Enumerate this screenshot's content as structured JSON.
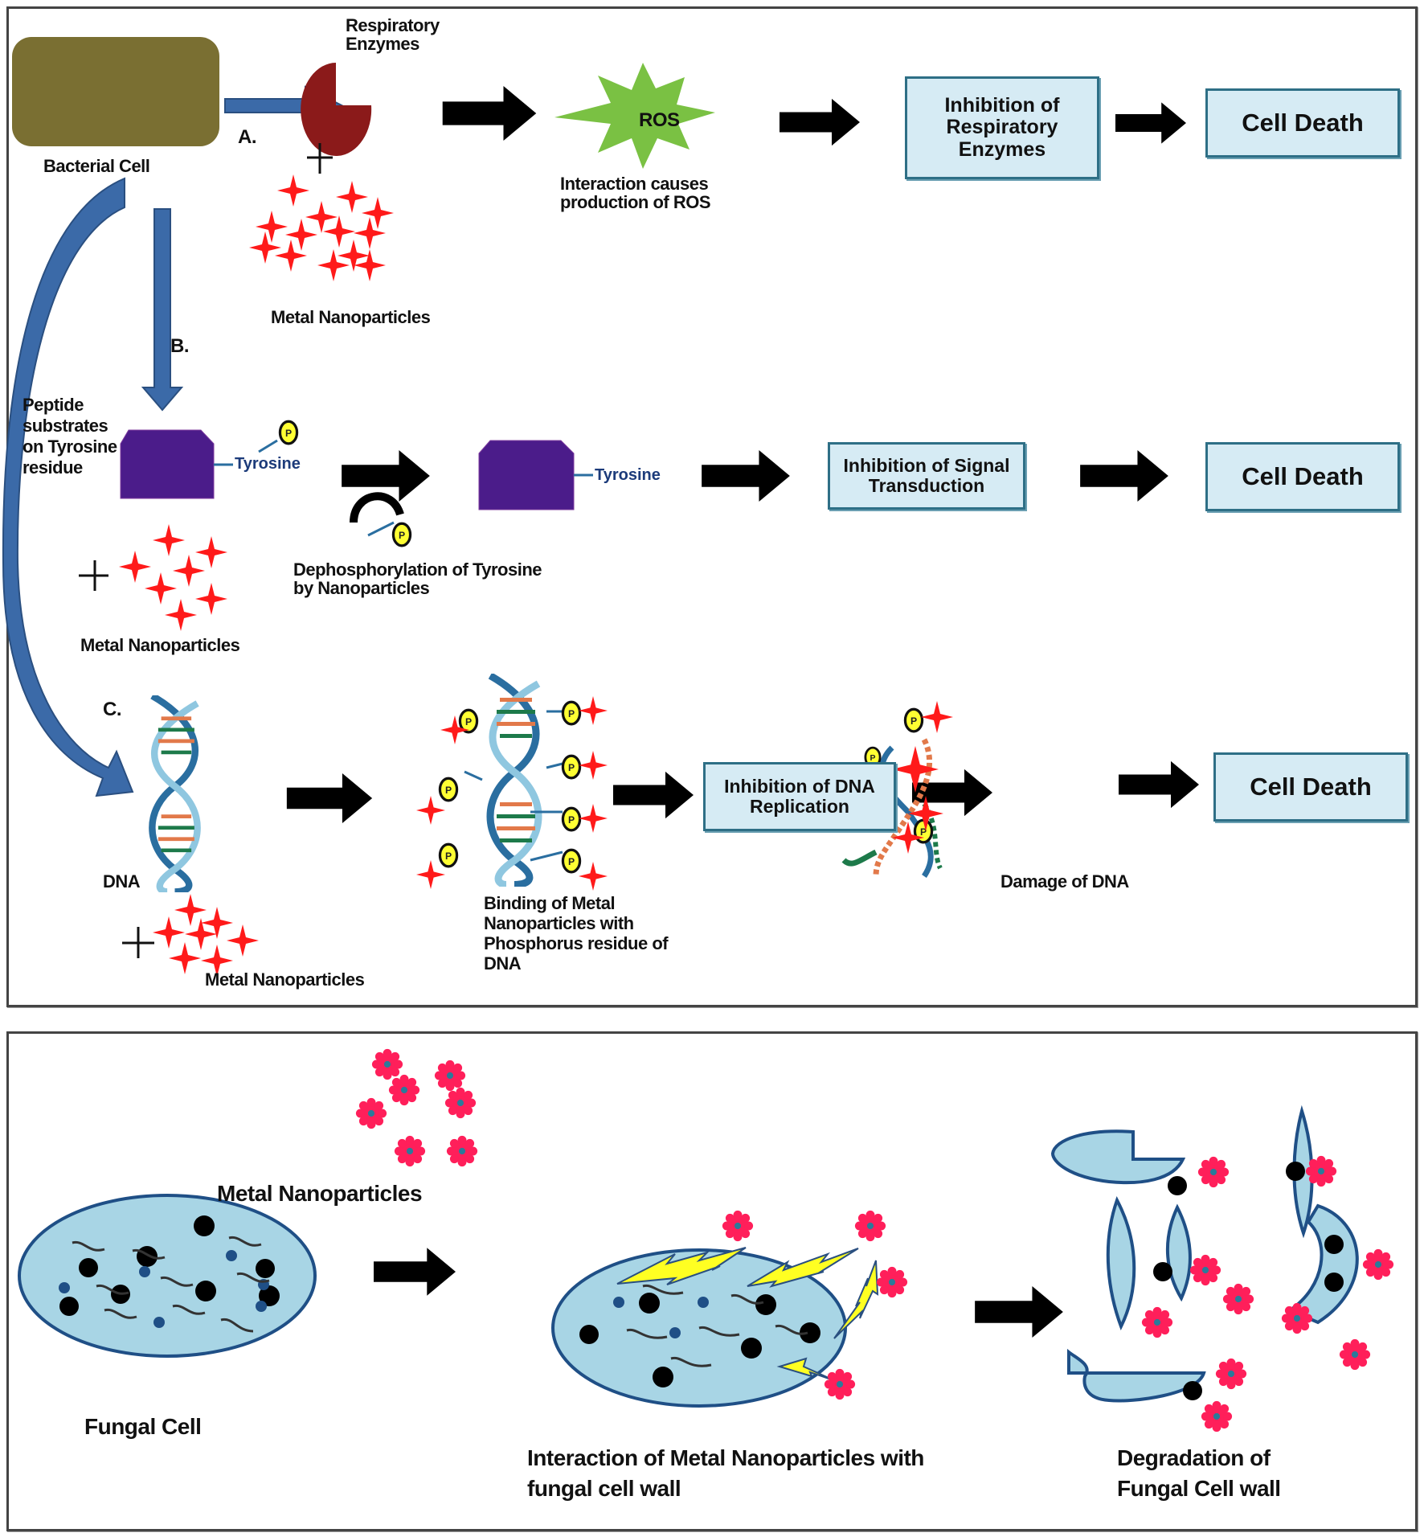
{
  "bacteria_panel": {
    "bacterial_cell_label": "Bacterial Cell",
    "pathway_a": {
      "marker": "A.",
      "enzyme_label": "Respiratory Enzymes",
      "nanoparticles_label": "Metal Nanoparticles",
      "ros_label": "ROS",
      "ros_caption": "Interaction causes production of ROS",
      "steps": [
        "Inhibition of Respiratory Enzymes",
        "Cell Death"
      ]
    },
    "pathway_b": {
      "marker": "B.",
      "substrate_label": "Peptide substrates on Tyrosine residue",
      "tyrosine_label": "Tyrosine",
      "phosphate_label": "P",
      "nanoparticles_label": "Metal Nanoparticles",
      "dephosphorylation_caption": "Dephosphorylation of Tyrosine by Nanoparticles",
      "steps": [
        "Inhibition of Signal Transduction",
        "Cell Death"
      ]
    },
    "pathway_c": {
      "marker": "C.",
      "dna_label": "DNA",
      "nanoparticles_label": "Metal Nanoparticles",
      "binding_caption": "Binding of Metal Nanoparticles with Phosphorus residue of DNA",
      "damage_caption": "Damage of DNA",
      "steps": [
        "Inhibition of DNA Replication",
        "Cell Death"
      ]
    },
    "plus_sign": "+"
  },
  "fungi_panel": {
    "nanoparticles_label": "Metal Nanoparticles",
    "fungal_cell_label": "Fungal Cell",
    "interaction_caption": "Interaction of Metal Nanoparticles with fungal cell wall",
    "degradation_caption": "Degradation of Fungal Cell wall"
  },
  "colors": {
    "bacterial_cell": "#7a6f32",
    "enzyme": "#8b1a1a",
    "ros_star": "#7ac143",
    "process_box_fill": "#d6ebf4",
    "process_box_border": "#2e6f86",
    "blue_arrow": "#3b6aa8",
    "peptide": "#4b1c8a",
    "nanoparticle_star": "#ff1a1a",
    "phosphate": "#ffff33",
    "fungal_cell": "#a8d5e5",
    "fungal_nanoparticle": "#ff1f5a",
    "lightning": "#ffff22"
  }
}
